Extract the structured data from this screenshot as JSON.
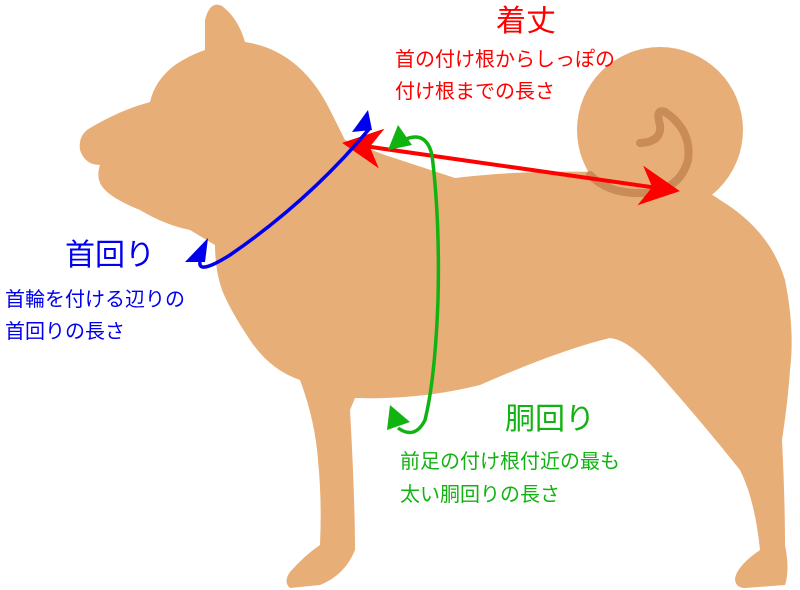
{
  "diagram": {
    "subject": "dog silhouette measurement guide",
    "colors": {
      "dog_body": "#e8ae78",
      "tail_curl": "#c98b57",
      "length": "#ff0000",
      "neck": "#0000ee",
      "chest": "#11b311",
      "background": "#ffffff"
    },
    "measurements": {
      "length": {
        "title": "着丈",
        "line1": "首の付け根からしっぽの",
        "line2": "付け根までの長さ"
      },
      "neck": {
        "title": "首回り",
        "line1": "首輪を付ける辺りの",
        "line2": "首回りの長さ"
      },
      "chest": {
        "title": "胴回り",
        "line1": "前足の付け根付近の最も",
        "line2": "太い胴回りの長さ"
      }
    }
  }
}
